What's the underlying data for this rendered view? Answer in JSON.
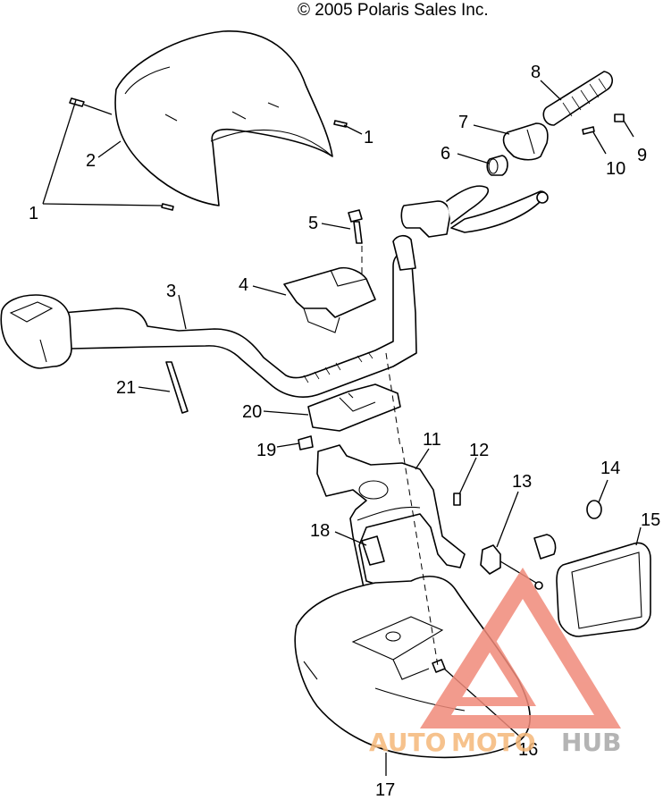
{
  "copyright": "© 2005 Polaris Sales Inc.",
  "callouts": {
    "c1a": "1",
    "c1b": "1",
    "c2": "2",
    "c3": "3",
    "c4": "4",
    "c5": "5",
    "c6": "6",
    "c7": "7",
    "c8": "8",
    "c9": "9",
    "c10": "10",
    "c11": "11",
    "c12": "12",
    "c13": "13",
    "c14": "14",
    "c15": "15",
    "c16": "16",
    "c17": "17",
    "c18": "18",
    "c19": "19",
    "c20": "20",
    "c21": "21"
  },
  "watermark": {
    "auto": "AUTO",
    "moto": "MOTO",
    "hub": "HUB",
    "colors": {
      "accent": "#f08a7a",
      "orange": "#f5b87a",
      "gray": "#a8a8a8"
    }
  }
}
